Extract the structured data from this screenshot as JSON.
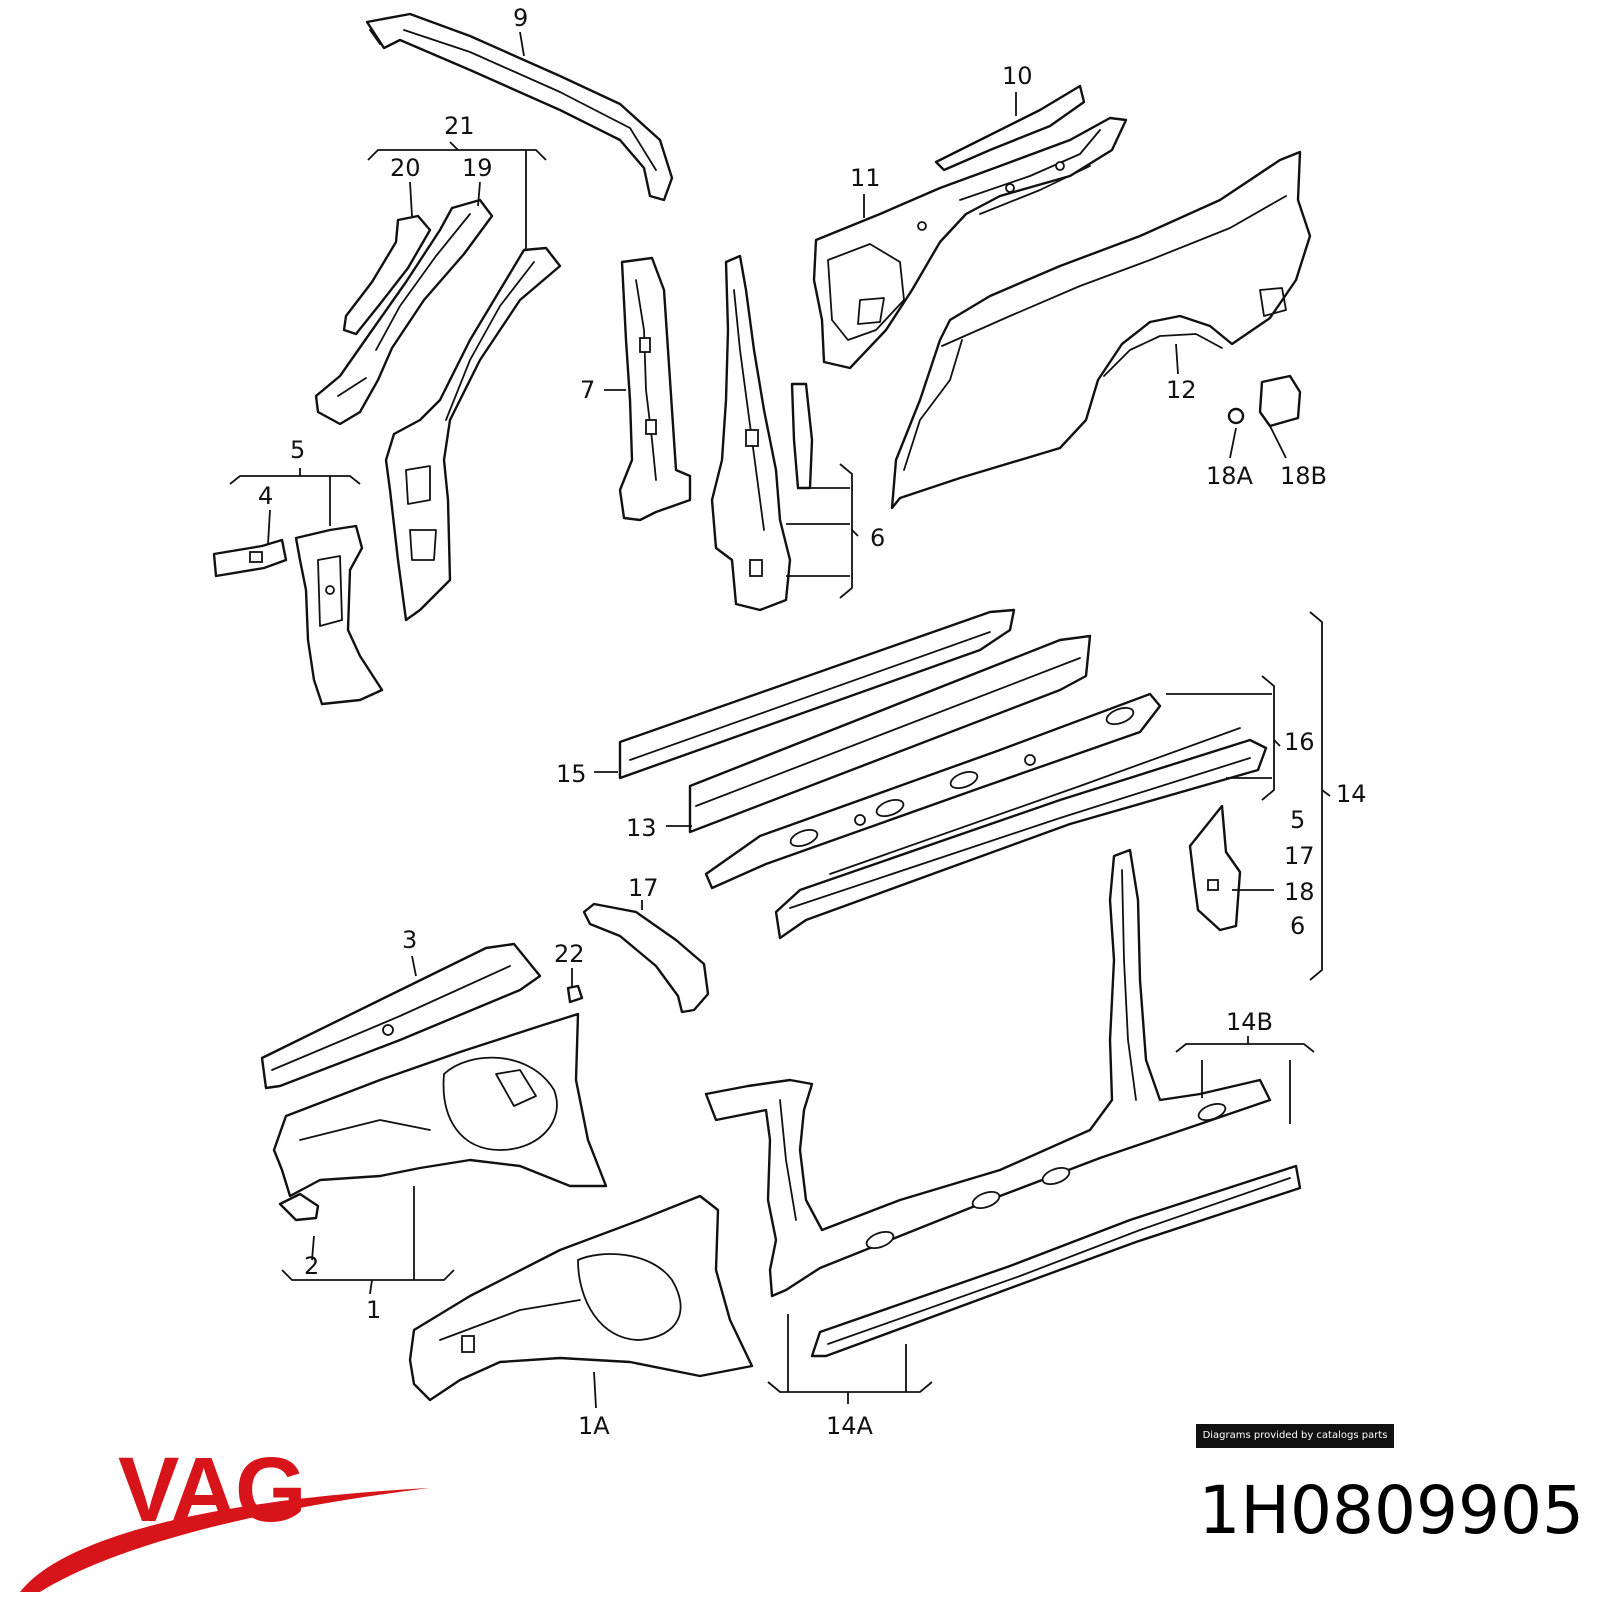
{
  "diagram": {
    "callouts": {
      "c9": "9",
      "c10": "10",
      "c11": "11",
      "c21": "21",
      "c20": "20",
      "c19": "19",
      "c7": "7",
      "c12": "12",
      "c18a": "18A",
      "c18b": "18B",
      "c5": "5",
      "c4": "4",
      "c6": "6",
      "c15": "15",
      "c16": "16",
      "c14": "14",
      "c13": "13",
      "c5b": "5",
      "c17b": "17",
      "c18": "18",
      "c6b": "6",
      "c17": "17",
      "c3": "3",
      "c22": "22",
      "c14b": "14B",
      "c2": "2",
      "c1": "1",
      "c1a": "1A",
      "c14a": "14A"
    },
    "credit": "Diagrams provided by catalogs parts"
  },
  "brand": {
    "logo_text": "VAG",
    "color": "#d7141a"
  },
  "part_number": "1H0809905"
}
